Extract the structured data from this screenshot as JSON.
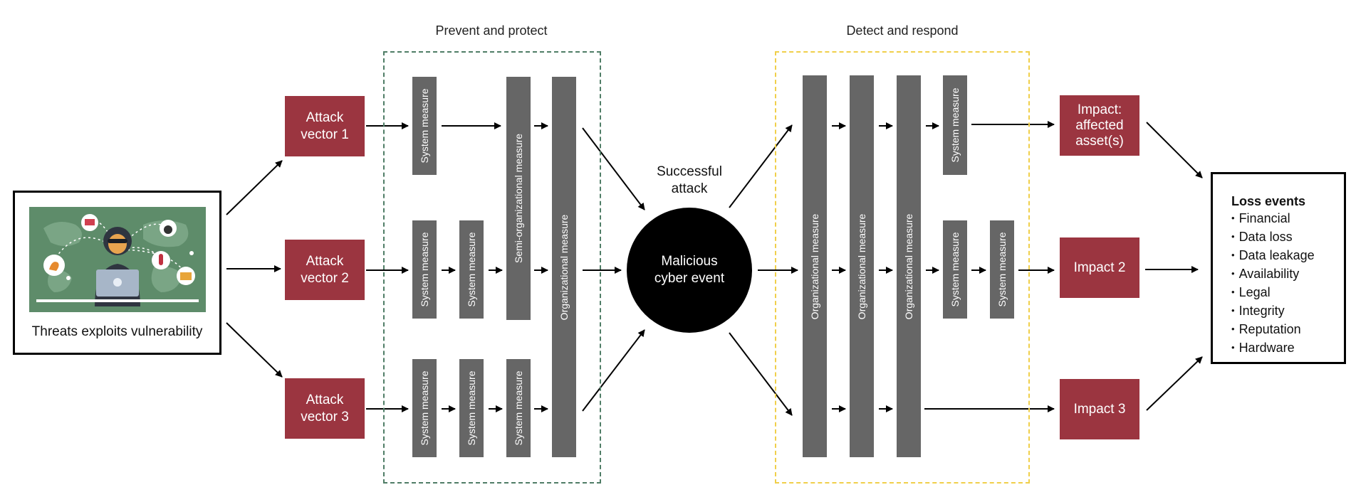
{
  "sections": {
    "prevent": {
      "title": "Prevent and protect",
      "border_color": "#4f7d66"
    },
    "detect": {
      "title": "Detect and respond",
      "border_color": "#f0cf4a"
    }
  },
  "threat": {
    "label": "Threats exploits vulnerability",
    "icon": "hacker-illustration",
    "bg_color": "#5e8c6a"
  },
  "attack_vectors": [
    "Attack vector 1",
    "Attack vector 2",
    "Attack vector 3"
  ],
  "measures": {
    "system": "System measure",
    "semi_org": "Semi-organizational measure",
    "org": "Organizational measure"
  },
  "event": {
    "successful_attack": [
      "Successful",
      "attack"
    ],
    "malicious": [
      "Malicious",
      "cyber event"
    ]
  },
  "impacts": [
    [
      "Impact:",
      "affected",
      "asset(s)"
    ],
    [
      "Impact 2"
    ],
    [
      "Impact 3"
    ]
  ],
  "loss_events": {
    "title": "Loss events",
    "items": [
      "Financial",
      "Data loss",
      "Data leakage",
      "Availability",
      "Legal",
      "Integrity",
      "Reputation",
      "Hardware"
    ]
  },
  "colors": {
    "red_box": "#9b3540",
    "measure": "#666666",
    "event": "#000000"
  }
}
